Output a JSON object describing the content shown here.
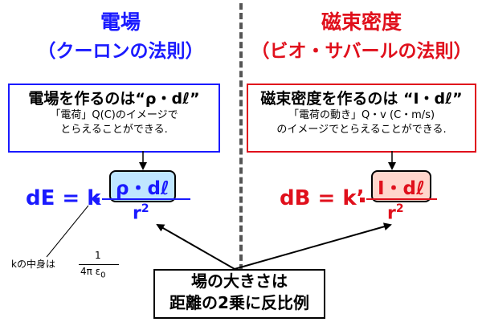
{
  "left": {
    "title": "電場",
    "subtitle": "（クーロンの法則）",
    "box_title": "電場を作るのは“ρ・dℓ”",
    "box_line1": "「電荷」Q(C)のイメージで",
    "box_line2": "とらえることができる.",
    "formula_lhs": "dE = k",
    "numerator": "ρ・dℓ",
    "denominator": "r",
    "denominator_exp": "2",
    "k_label": "kの中身は",
    "k_num": "1",
    "k_den": "4π ε",
    "k_den_sub": "0",
    "color": "#1a1aff"
  },
  "right": {
    "title": "磁束密度",
    "subtitle": "（ビオ・サバールの法則）",
    "box_title": "磁束密度を作るのは “I・dℓ”",
    "box_line1": "「電荷の動き」Q・v (C・m/s)",
    "box_line2": "のイメージでとらえることができる.",
    "formula_lhs": "dB = k’",
    "numerator": "I・dℓ",
    "denominator": "r",
    "denominator_exp": "2",
    "color": "#e0101c"
  },
  "center_note": {
    "line1": "場の大きさは",
    "line2": "距離の2乗に反比例"
  }
}
